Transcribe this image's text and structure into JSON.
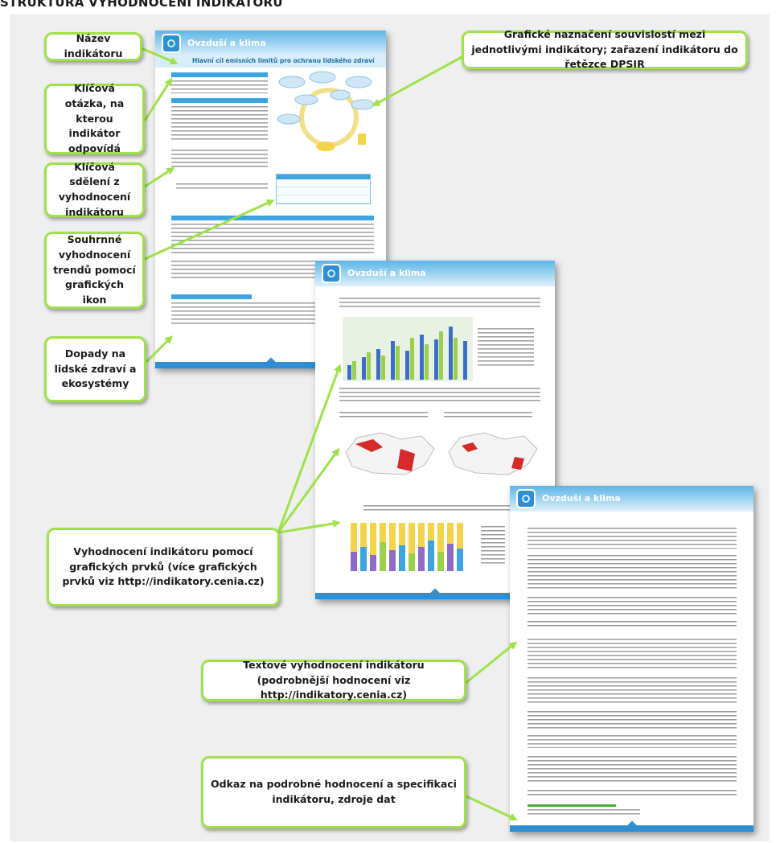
{
  "heading": "STRUKTURA VYHODNOCENÍ INDIKÁTORU",
  "doc_title": "Ovzduší a klima",
  "doc1_subtitle": "Hlavní cíl emisních limitů pro ochranu lidského zdraví",
  "callouts": {
    "nazev": "Název indikátoru",
    "otazka": "Klíčová otázka, na kterou indikátor odpovídá",
    "sdeleni": "Klíčová sdělení z vyhodnocení indikátoru",
    "souhrnne": "Souhrnné vyhodnocení trendů pomocí grafických ikon",
    "dopady": "Dopady na lidské zdraví a ekosystémy",
    "graficke_naznaceni": "Grafické naznačení souvislostí mezi jednotlivými indikátory; zařazení indikátoru do řetězce DPSIR",
    "vyhodnoceni_graficke": "Vyhodnocení indikátoru pomocí grafických prvků (více grafických prvků viz http://indikatory.cenia.cz)",
    "textove": "Textové vyhodnocení indikátoru (podrobnější hodnocení viz http://indikatory.cenia.cz)",
    "odkaz": "Odkaz na podrobné hodnocení a specifikaci indikátoru, zdroje dat"
  },
  "colors": {
    "callout_border": "#9fe14a",
    "arrow": "#9fe14a",
    "doc_header": "#3da4de"
  }
}
